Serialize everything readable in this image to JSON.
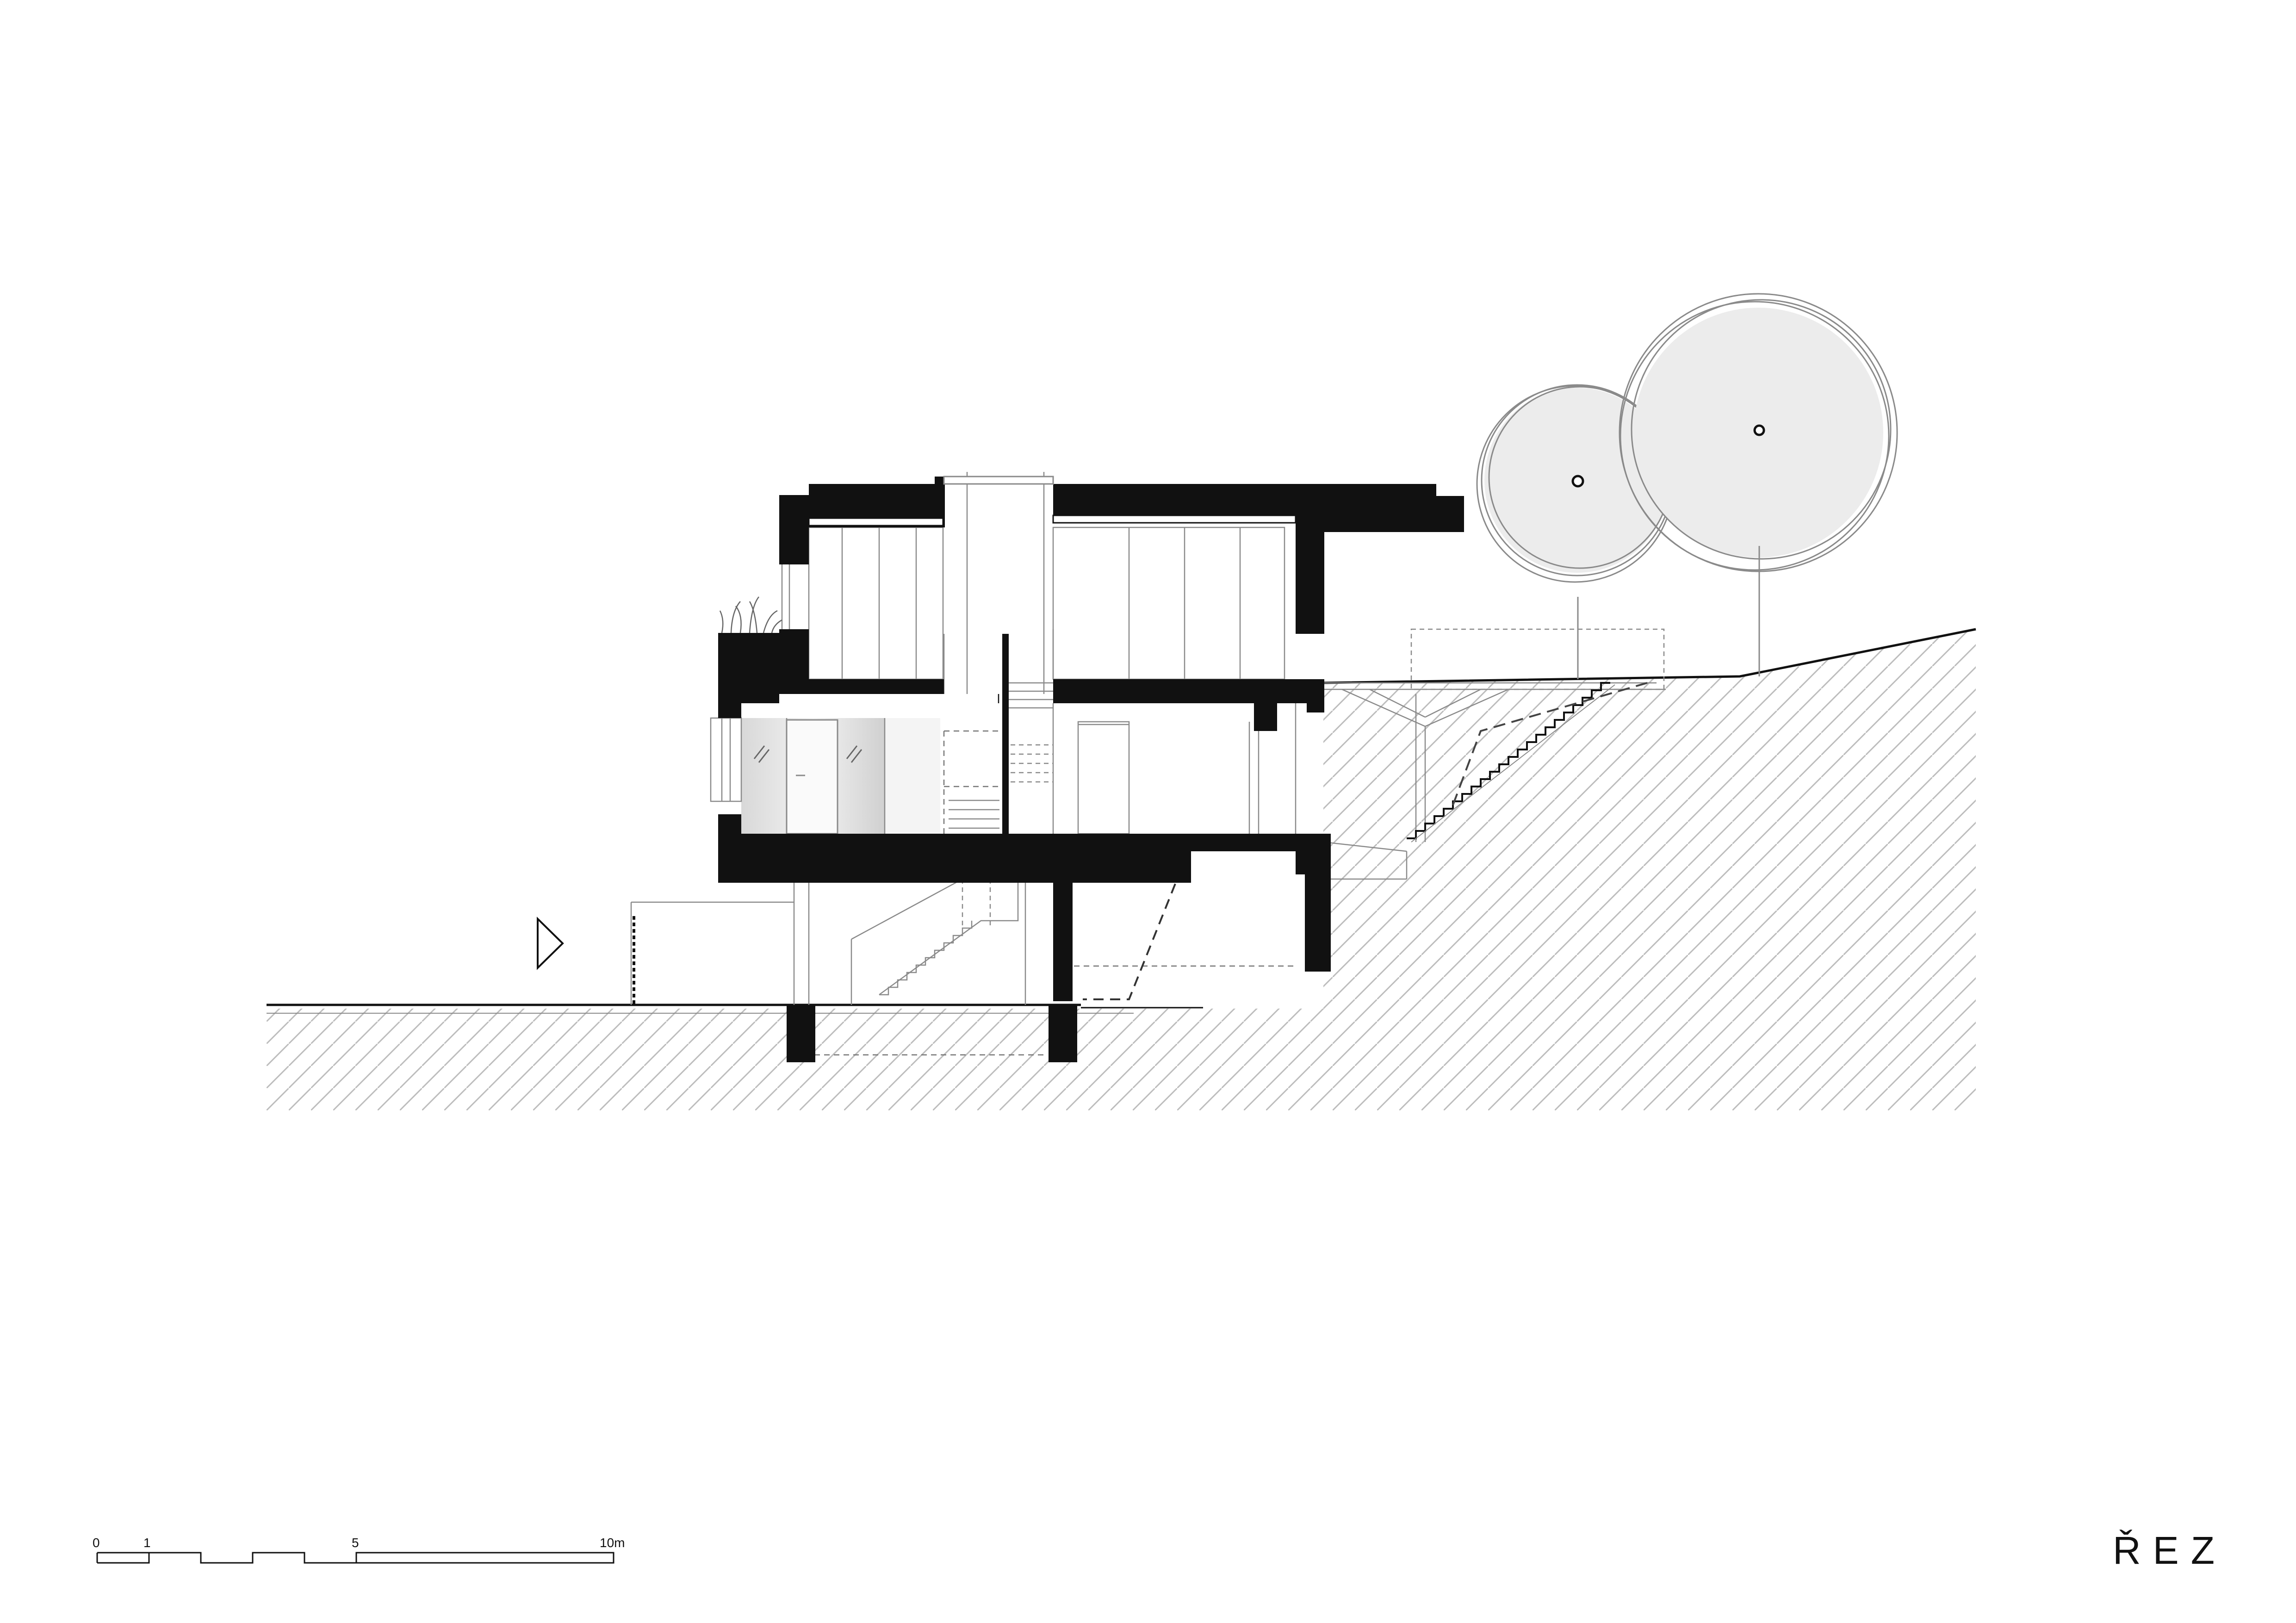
{
  "title": "ŘEZ",
  "scale_bar": {
    "labels": [
      "0",
      "1",
      "5",
      "10m"
    ]
  },
  "colors": {
    "ink": "#111111",
    "hatch": "#bdbdbd",
    "thin": "#8a8a8a",
    "tree_fill": "#ececec",
    "glass": "#e2e2e2"
  }
}
